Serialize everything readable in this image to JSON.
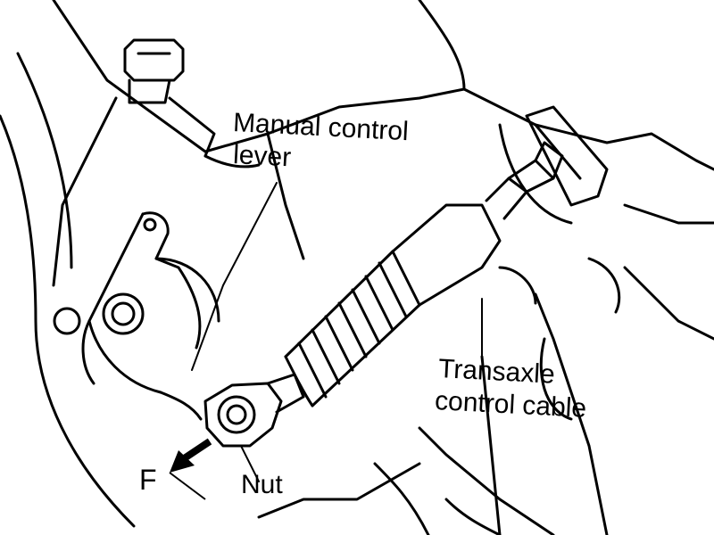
{
  "labels": {
    "manual_control_lever_line1": "Manual control",
    "manual_control_lever_line2": "lever",
    "transaxle_control_cable_line1": "Transaxle",
    "transaxle_control_cable_line2": "control cable",
    "nut": "Nut",
    "direction": "F"
  },
  "colors": {
    "ink": "#000000",
    "paper": "#ffffff"
  },
  "icons": {
    "direction_arrow": "arrow-down-left-icon"
  }
}
